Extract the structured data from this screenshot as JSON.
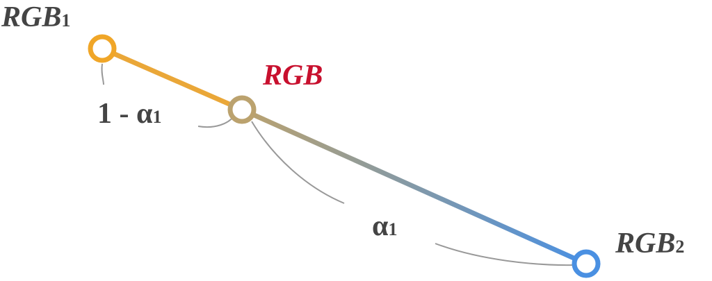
{
  "labels": {
    "start_name": "RGB",
    "start_sub": "1",
    "mix_name": "RGB",
    "end_name": "RGB",
    "end_sub": "2",
    "upper_arc_prefix": "1 - ",
    "upper_arc_alpha": "α",
    "upper_arc_sub": "1",
    "lower_arc_alpha": "α",
    "lower_arc_sub": "1"
  },
  "colors": {
    "start": "#F0A628",
    "mix": "#BBA26E",
    "end": "#4A90E2",
    "mix_label": "#C8102E",
    "text": "#444444",
    "arc": "#999999"
  }
}
